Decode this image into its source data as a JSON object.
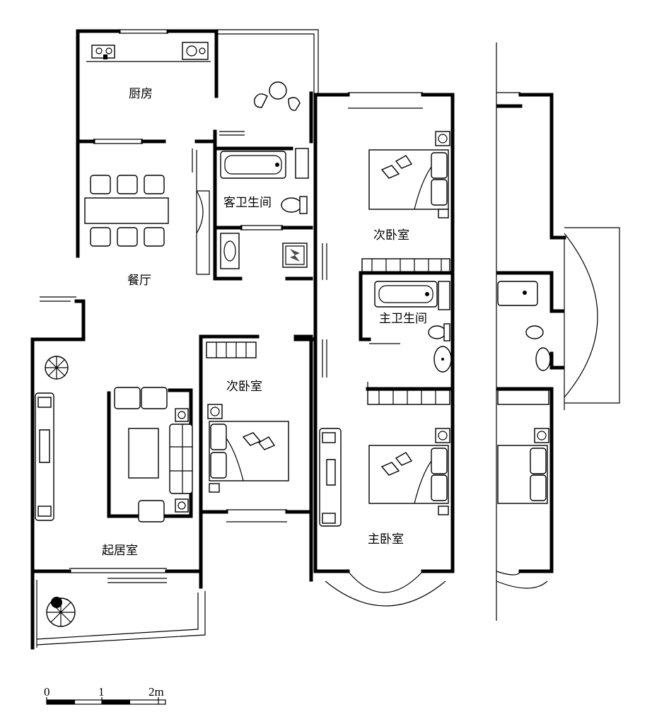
{
  "rooms": {
    "kitchen": "厨房",
    "guest_bath": "客卫生间",
    "dining": "餐厅",
    "second_bedroom_top": "次卧室",
    "master_bath": "主卫生间",
    "second_bedroom_mid": "次卧室",
    "master_bedroom": "主卧室",
    "living_room": "起居室"
  },
  "scale_bar": {
    "label_0": "0",
    "label_1": "1",
    "label_2": "2m"
  }
}
